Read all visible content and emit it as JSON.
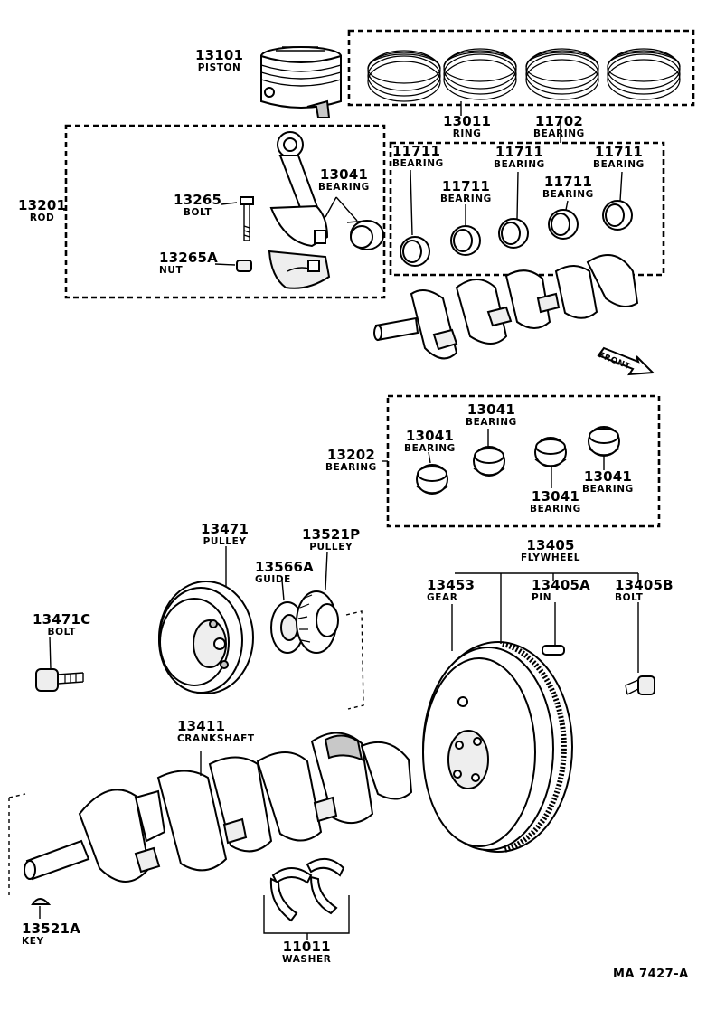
{
  "title_code": "MA  7427-A",
  "front_arrow_label": "FRONT",
  "parts": {
    "piston": {
      "number": "13101",
      "name": "PISTON"
    },
    "ring": {
      "number": "13011",
      "name": "RING"
    },
    "bearing_main_set": {
      "number": "11702",
      "name": "BEARING"
    },
    "bearing_11711_a": {
      "number": "11711",
      "name": "BEARING"
    },
    "bearing_11711_b": {
      "number": "11711",
      "name": "BEARING"
    },
    "bearing_11711_c": {
      "number": "11711",
      "name": "BEARING"
    },
    "bearing_11711_d": {
      "number": "11711",
      "name": "BEARING"
    },
    "bearing_11711_e": {
      "number": "11711",
      "name": "BEARING"
    },
    "rod": {
      "number": "13201",
      "name": "ROD"
    },
    "rod_bolt": {
      "number": "13265",
      "name": "BOLT"
    },
    "rod_nut": {
      "number": "13265A",
      "name": "NUT"
    },
    "rod_bearing": {
      "number": "13041",
      "name": "BEARING"
    },
    "bearing_set_13202": {
      "number": "13202",
      "name": "BEARING"
    },
    "bearing_13041_a": {
      "number": "13041",
      "name": "BEARING"
    },
    "bearing_13041_b": {
      "number": "13041",
      "name": "BEARING"
    },
    "bearing_13041_c": {
      "number": "13041",
      "name": "BEARING"
    },
    "bearing_13041_d": {
      "number": "13041",
      "name": "BEARING"
    },
    "crank_pulley": {
      "number": "13471",
      "name": "PULLEY"
    },
    "timing_pulley": {
      "number": "13521P",
      "name": "PULLEY"
    },
    "guide": {
      "number": "13566A",
      "name": "GUIDE"
    },
    "pulley_bolt": {
      "number": "13471C",
      "name": "BOLT"
    },
    "flywheel": {
      "number": "13405",
      "name": "FLYWHEEL"
    },
    "ring_gear": {
      "number": "13453",
      "name": "GEAR"
    },
    "flywheel_pin": {
      "number": "13405A",
      "name": "PIN"
    },
    "flywheel_bolt": {
      "number": "13405B",
      "name": "BOLT"
    },
    "crankshaft": {
      "number": "13411",
      "name": "CRANKSHAFT"
    },
    "key": {
      "number": "13521A",
      "name": "KEY"
    },
    "washer": {
      "number": "11011",
      "name": "WASHER"
    }
  }
}
